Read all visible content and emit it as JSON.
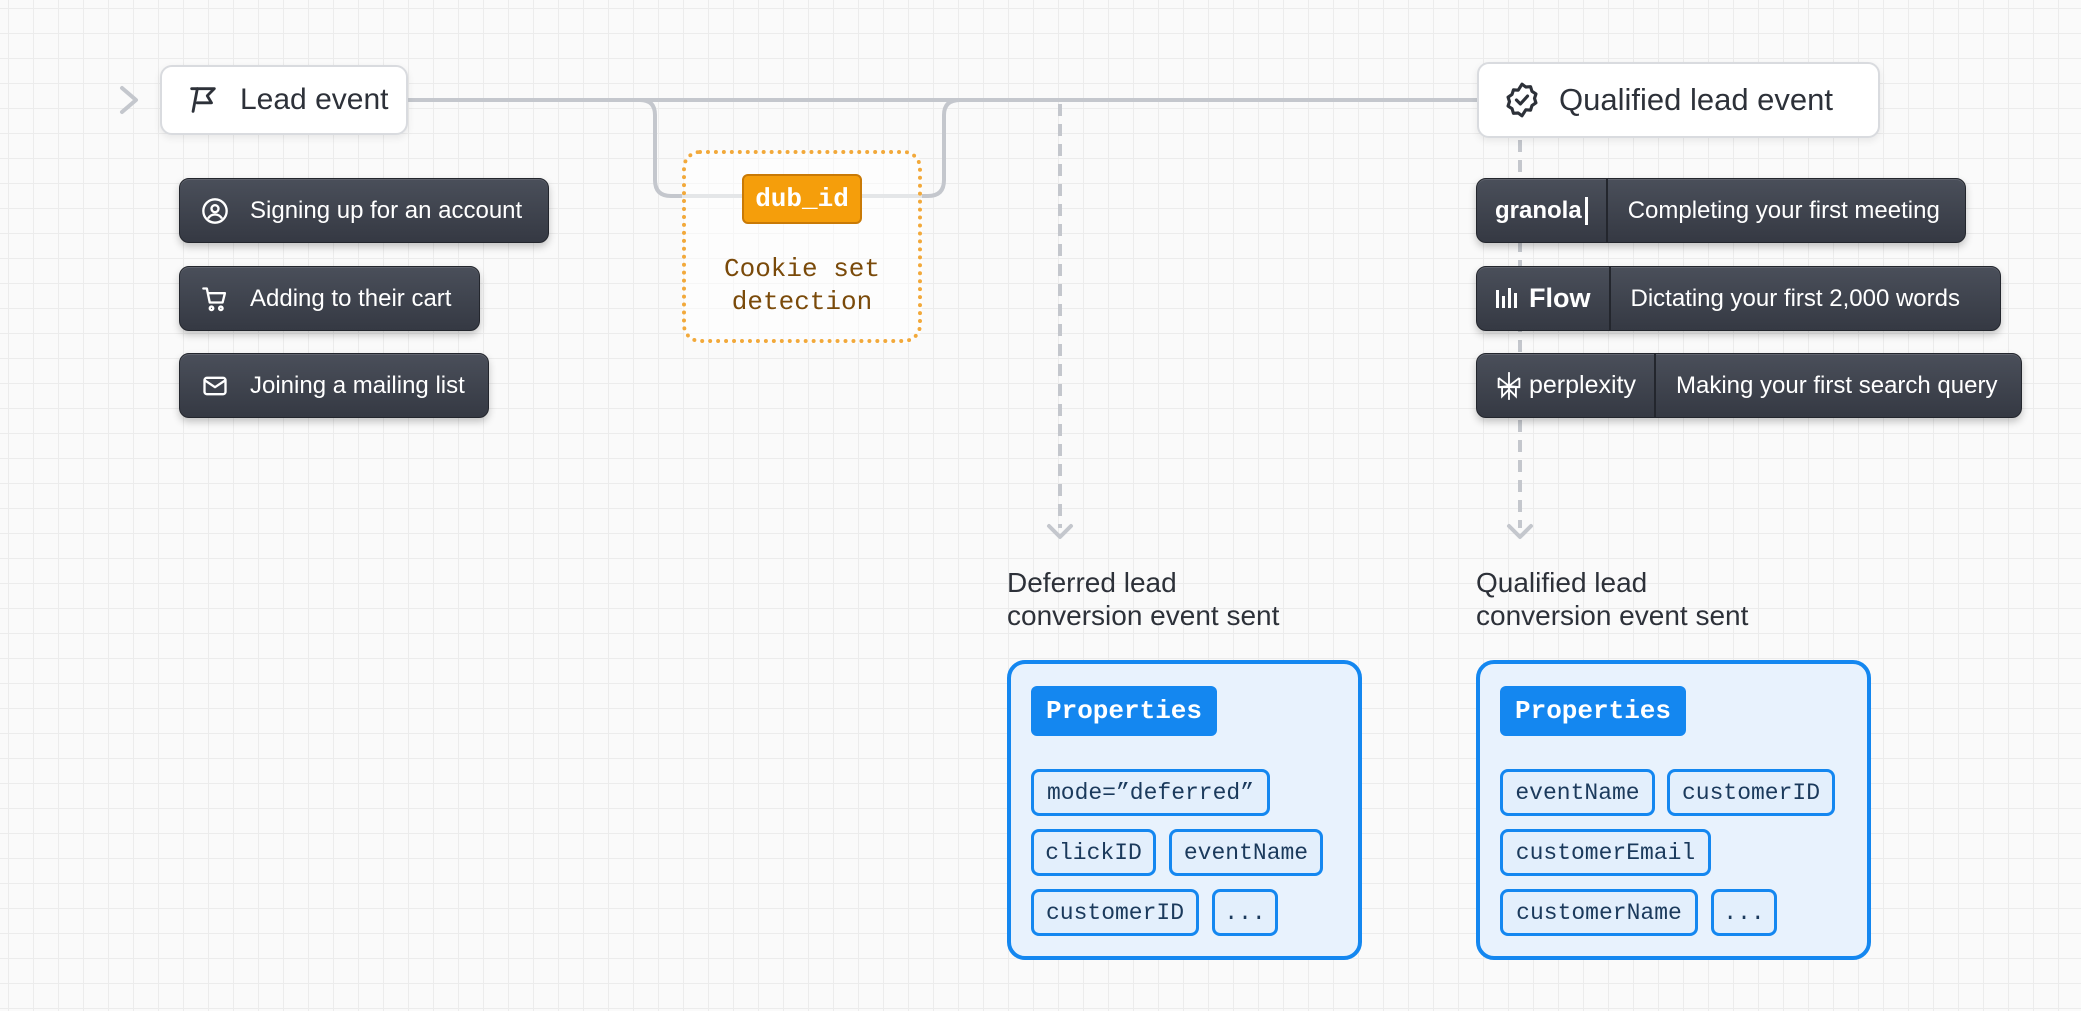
{
  "lead_event": {
    "label": "Lead event",
    "icon": "flag-icon",
    "triggers": [
      {
        "label": "Signing up for an account",
        "icon": "user-circle-icon"
      },
      {
        "label": "Adding to their cart",
        "icon": "shopping-cart-icon"
      },
      {
        "label": "Joining a mailing list",
        "icon": "mail-icon"
      }
    ]
  },
  "cookie": {
    "tag": "dub_id",
    "text_line1": "Cookie set",
    "text_line2": "detection"
  },
  "qualified_event": {
    "label": "Qualified lead event",
    "icon": "badge-check-icon",
    "examples": [
      {
        "brand": "granola",
        "description": "Completing your first meeting"
      },
      {
        "brand": "Flow",
        "description": "Dictating your first 2,000 words"
      },
      {
        "brand": "perplexity",
        "description": "Making your first search query"
      }
    ]
  },
  "deferred": {
    "title_line1": "Deferred lead",
    "title_line2": "conversion event sent",
    "properties_label": "Properties",
    "properties": [
      "mode=”deferred”",
      "clickID",
      "eventName",
      "customerID",
      "..."
    ]
  },
  "qualified": {
    "title_line1": "Qualified lead",
    "title_line2": "conversion event sent",
    "properties_label": "Properties",
    "properties": [
      "eventName",
      "customerID",
      "customerEmail",
      "customerName",
      "..."
    ]
  },
  "colors": {
    "accent_blue": "#1487f0",
    "cookie_orange": "#f59e0b",
    "pill_dark": "#3d414b",
    "line_gray": "#c4c7cd"
  }
}
